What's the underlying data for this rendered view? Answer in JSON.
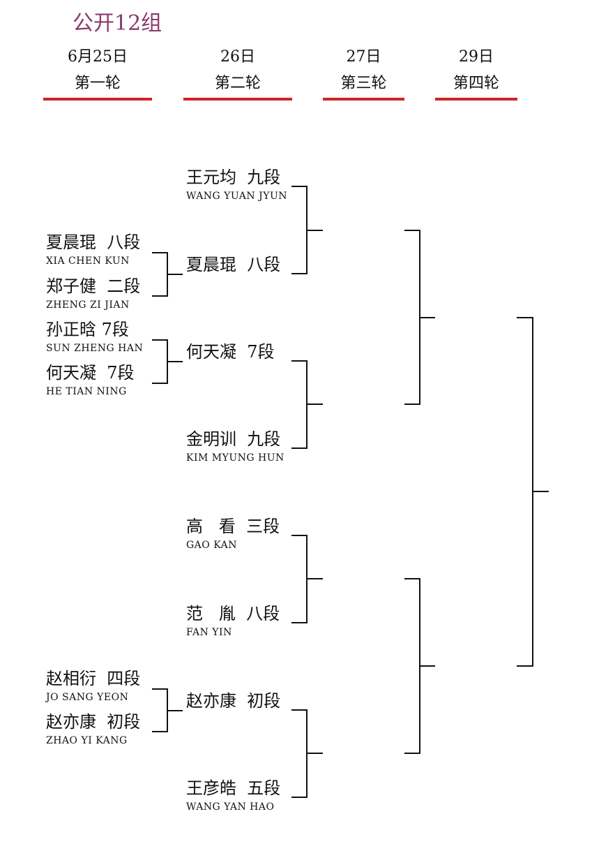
{
  "title": "公开12组",
  "rounds": [
    {
      "date": "6月25日",
      "label": "第一轮"
    },
    {
      "date": "26日",
      "label": "第二轮"
    },
    {
      "date": "27日",
      "label": "第三轮"
    },
    {
      "date": "29日",
      "label": "第四轮"
    }
  ],
  "round1": [
    {
      "cn": "夏晨琨  八段",
      "en": "XIA CHEN KUN"
    },
    {
      "cn": "郑子健  二段",
      "en": "ZHENG ZI JIAN"
    },
    {
      "cn": "孙正晗 7段",
      "en": "SUN ZHENG HAN"
    },
    {
      "cn": "何天凝  7段",
      "en": "HE TIAN NING"
    },
    {
      "cn": "赵相衍  四段",
      "en": "JO SANG YEON"
    },
    {
      "cn": "赵亦康  初段",
      "en": "ZHAO YI KANG"
    }
  ],
  "round2": [
    {
      "cn": "王元均  九段",
      "en": "WANG YUAN JYUN"
    },
    {
      "cn": "夏晨琨  八段",
      "en": ""
    },
    {
      "cn": "何天凝  7段",
      "en": ""
    },
    {
      "cn": "金明训  九段",
      "en": "KIM MYUNG HUN"
    },
    {
      "cn": "高   看  三段",
      "en": "GAO KAN"
    },
    {
      "cn": "范   胤  八段",
      "en": "FAN YIN"
    },
    {
      "cn": "赵亦康  初段",
      "en": ""
    },
    {
      "cn": "王彦皓  五段",
      "en": "WANG YAN HAO"
    }
  ],
  "colors": {
    "title": "#8b3a6b",
    "header_bar": "#d42222",
    "lines": "#111111"
  }
}
